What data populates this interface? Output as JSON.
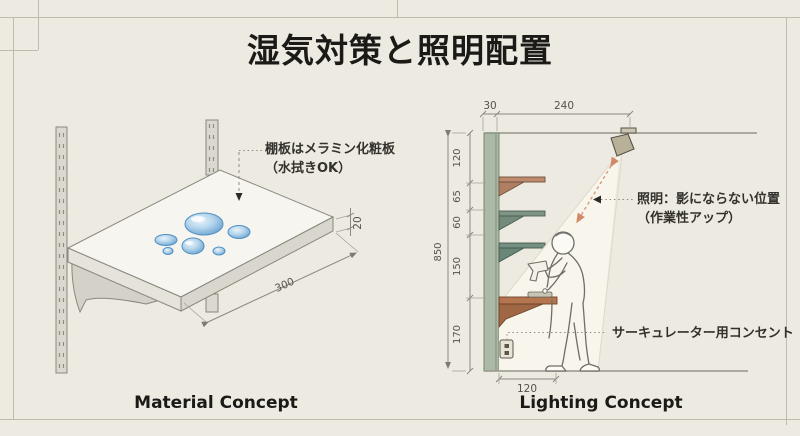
{
  "title": "湿気対策と照明配置",
  "material": {
    "caption": "Material Concept",
    "shelf_label": {
      "line1": "棚板はメラミン化粧板",
      "line2": "（水拭きOK）"
    },
    "dims": {
      "depth": "300",
      "thickness": "20"
    }
  },
  "lighting": {
    "caption": "Lighting Concept",
    "light_label": {
      "line1": "照明：影にならない位置",
      "line2": "（作業性アップ）"
    },
    "outlet_label": "サーキュレーター用コンセント",
    "dims": {
      "wall": "30",
      "light_offset": "240",
      "seg1": "120",
      "seg2": "65",
      "seg3": "60",
      "seg4": "150",
      "seg5": "170",
      "total": "850",
      "bench_depth": "120"
    }
  },
  "colors": {
    "background": "#edeae1",
    "wall_green": "#abb9a6",
    "bench_terracotta": "#b5764f",
    "shelf_salmon": "#bd8a6e",
    "shelf_sage": "#7e9585",
    "droplet_blue": "#5e9dce",
    "beam_salmon": "#d89a7a"
  }
}
